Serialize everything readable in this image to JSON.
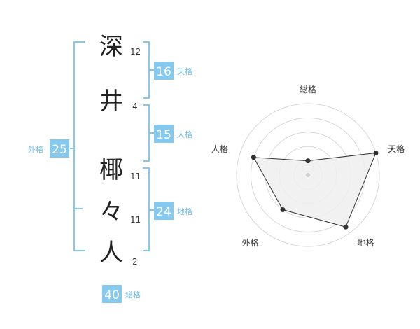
{
  "name_chars": [
    {
      "char": "深",
      "strokes": "12"
    },
    {
      "char": "井",
      "strokes": "4"
    },
    {
      "char": "椰",
      "strokes": "11"
    },
    {
      "char": "々",
      "strokes": "11"
    },
    {
      "char": "人",
      "strokes": "2"
    }
  ],
  "fortunes": {
    "tenkaku": {
      "value": "16",
      "label": "天格"
    },
    "jinkaku": {
      "value": "15",
      "label": "人格"
    },
    "chikaku": {
      "value": "24",
      "label": "地格"
    },
    "gaikaku": {
      "value": "25",
      "label": "外格"
    },
    "soukaku": {
      "value": "40",
      "label": "総格"
    }
  },
  "colors": {
    "bracket": "#86c9ee",
    "badge": "#86c9ee",
    "badge_label": "#6fbfe8",
    "ring": "#d8d8d8",
    "polygon_fill": "#efefef",
    "polygon_stroke": "#333333",
    "point": "#333333",
    "center": "#cccccc"
  },
  "chart_data": {
    "type": "radar",
    "axes": [
      "総格",
      "天格",
      "地格",
      "外格",
      "人格"
    ],
    "values": [
      1,
      5,
      4.5,
      3,
      4
    ],
    "rlim": [
      0,
      5
    ],
    "rings": 5,
    "grid": true
  }
}
